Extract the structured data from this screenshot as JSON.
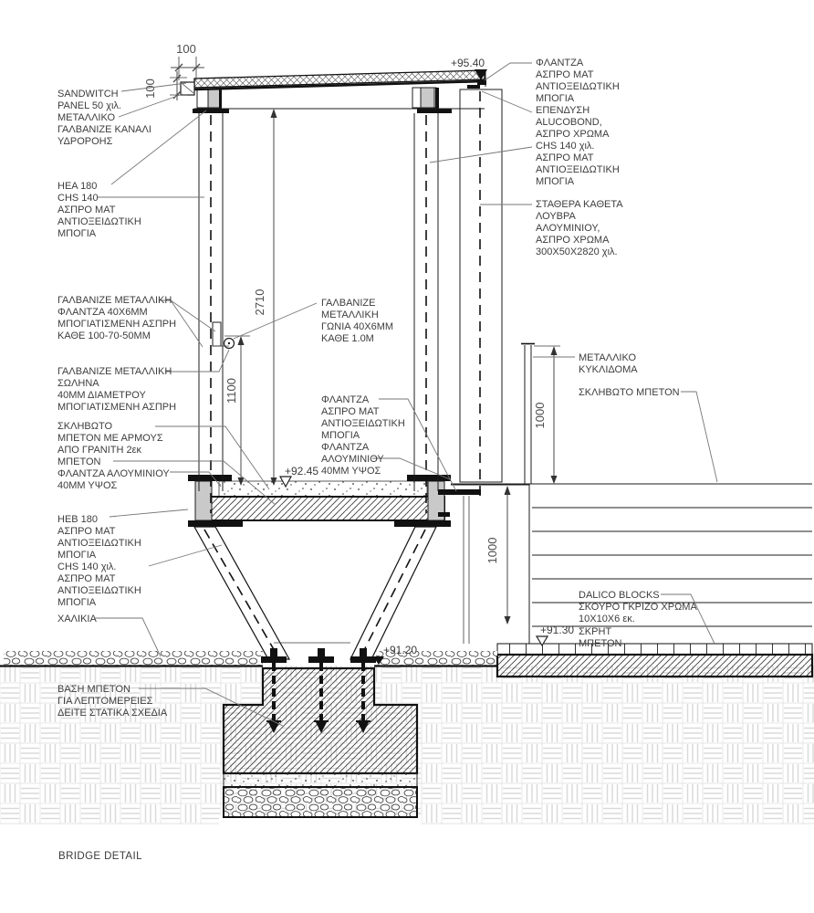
{
  "title": "BRIDGE DETAIL",
  "colors": {
    "line": "#1c1c1c",
    "steel_fill": "#c9c9c9",
    "ground_pattern": "#d9d9d9",
    "text": "#3d3d3d",
    "leader": "#767676"
  },
  "elevations": {
    "roof": "+95.40",
    "deck": "+92.45",
    "screed": "+91.30",
    "ground": "+91.20"
  },
  "dimensions": {
    "roof_width": "100",
    "gutter_height": "100",
    "clear_height": "2710",
    "handrail_height": "1100",
    "railing_height": "1000",
    "wall_height": "1000"
  },
  "callouts": {
    "sandwich_panel": [
      "SANDWITCH",
      "PANEL 50 χιλ.",
      "ΜΕΤΑΛΛΙΚΟ",
      "ΓΑΛΒΑΝΙΖΕ ΚΑΝΑΛΙ",
      "ΥΔΡΟΡΟΗΣ"
    ],
    "hea_column": [
      "HEA 180",
      "CHS 140",
      "ΑΣΠΡΟ ΜΑΤ",
      "ΑΝΤΙΟΞΕΙΔΩΤΙΚΗ",
      "ΜΠΟΓΙΑ"
    ],
    "flange_40x6": [
      "ΓΑΛΒΑΝΙΖΕ ΜΕΤΑΛΛΙΚΗ",
      "ΦΛΑΝΤΖΑ 40Χ6ΜΜ",
      "ΜΠΟΓΙΑΤΙΣΜΕΝΗ ΑΣΠΡΗ",
      "ΚΑΘΕ 100-70-50ΜΜ"
    ],
    "angle_40x6": [
      "ΓΑΛΒΑΝΙΖΕ",
      "ΜΕΤΑΛΛΙΚΗ",
      "ΓΩΝΙΑ 40Χ6ΜΜ",
      "ΚΑΘΕ 1.0Μ"
    ],
    "pipe_40": [
      "ΓΑΛΒΑΝΙΖΕ ΜΕΤΑΛΛΙΚΗ",
      "ΣΩΛΗΝΑ",
      "40ΜΜ ΔΙΑΜΕΤΡΟΥ",
      "ΜΠΟΓΙΑΤΙΣΜΕΝΗ ΑΣΠΡΗ"
    ],
    "deck_concrete": [
      "ΣΚΛΗΒΩΤΟ",
      "ΜΠΕΤΟΝ ΜΕ ΑΡΜΟΥΣ",
      "ΑΠΟ ΓΡΑΝΙΤΗ 2εκ",
      "ΜΠΕΤΟΝ",
      "ΦΛΑΝΤΖΑ ΑΛΟΥΜΙΝΙΟΥ",
      "40ΜΜ ΥΨΟΣ"
    ],
    "flange_right": [
      "ΦΛΑΝΤΖΑ",
      "ΑΣΠΡΟ ΜΑΤ",
      "ΑΝΤΙΟΞΕΙΔΩΤΙΚΗ",
      "ΜΠΟΓΙΑ",
      "ΕΠΕΝΔΥΣΗ",
      "ALUCOBOND,",
      "ΑΣΠΡΟ ΧΡΩΜΑ",
      "CHS 140 χιλ.",
      "ΑΣΠΡΟ ΜΑΤ",
      "ΑΝΤΙΟΞΕΙΔΩΤΙΚΗ",
      "ΜΠΟΓΙΑ"
    ],
    "louvers": [
      "ΣΤΑΘΕΡΑ ΚΑΘΕΤΑ",
      "ΛΟΥΒΡΑ",
      "ΑΛΟΥΜΙΝΙΟΥ,",
      "ΑΣΠΡΟ ΧΡΩΜΑ",
      "300Χ50Χ2820 χιλ."
    ],
    "flange_mid": [
      "ΦΛΑΝΤΖΑ",
      "ΑΣΠΡΟ ΜΑΤ",
      "ΑΝΤΙΟΞΕΙΔΩΤΙΚΗ",
      "ΜΠΟΓΙΑ",
      "ΦΛΑΝΤΖΑ",
      "ΑΛΟΥΜΙΝΙΟΥ",
      "40ΜΜ ΥΨΟΣ"
    ],
    "railing": [
      "ΜΕΤΑΛΛΙΚΟ",
      "ΚΥΚΛΙΔΟΜΑ"
    ],
    "hard_concrete": [
      "ΣΚΛΗΒΩΤΟ ΜΠΕΤΟΝ"
    ],
    "heb_column": [
      "HEB 180",
      "ΑΣΠΡΟ ΜΑΤ",
      "ΑΝΤΙΟΞΕΙΔΩΤΙΚΗ",
      "ΜΠΟΓΙΑ",
      "CHS 140 χιλ.",
      "ΑΣΠΡΟ ΜΑΤ",
      "ΑΝΤΙΟΞΕΙΔΩΤΙΚΗ",
      "ΜΠΟΓΙΑ"
    ],
    "gravel": [
      "ΧΑΛΙΚΙΑ"
    ],
    "dalico": [
      "DALICO BLOCKS",
      "ΣΚΟΥΡΟ ΓΚΡΙΖΟ ΧΡΩΜΑ",
      "10Χ10Χ6 εκ."
    ],
    "screed": [
      "ΣΚΡΗΤ",
      "ΜΠΕΤΟΝ"
    ],
    "foundation": [
      "ΒΑΣΗ ΜΠΕΤΟΝ",
      "ΓΙΑ ΛΕΠΤΟΜΕΡΕΙΕΣ",
      "ΔΕΙΤΕ ΣΤΑΤΙΚΑ ΣΧΕΔΙΑ"
    ]
  }
}
